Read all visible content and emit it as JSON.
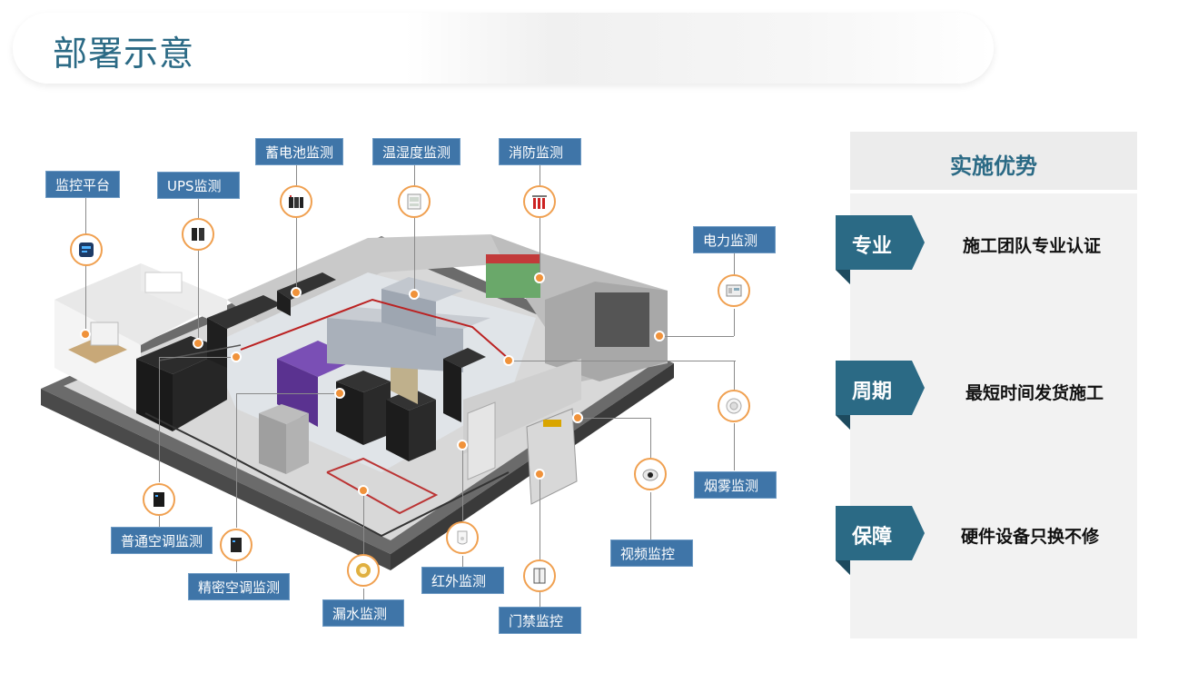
{
  "header": {
    "title": "部署示意"
  },
  "labels": {
    "monitor_platform": "监控平台",
    "ups": "UPS监测",
    "battery": "蓄电池监测",
    "temp_humidity": "温湿度监测",
    "fire": "消防监测",
    "power": "电力监测",
    "smoke": "烟雾监测",
    "video": "视频监控",
    "door": "门禁监控",
    "infrared": "红外监测",
    "leak": "漏水监测",
    "precision_ac": "精密空调监测",
    "normal_ac": "普通空调监测"
  },
  "panel": {
    "title": "实施优势",
    "items": [
      {
        "tag": "专业",
        "text": "施工团队专业认证"
      },
      {
        "tag": "周期",
        "text": "最短时间发货施工"
      },
      {
        "tag": "保障",
        "text": "硬件设备只换不修"
      }
    ]
  },
  "colors": {
    "accent": "#2b6a85",
    "label_bg": "#3f75a8",
    "dot": "#f0923a"
  }
}
